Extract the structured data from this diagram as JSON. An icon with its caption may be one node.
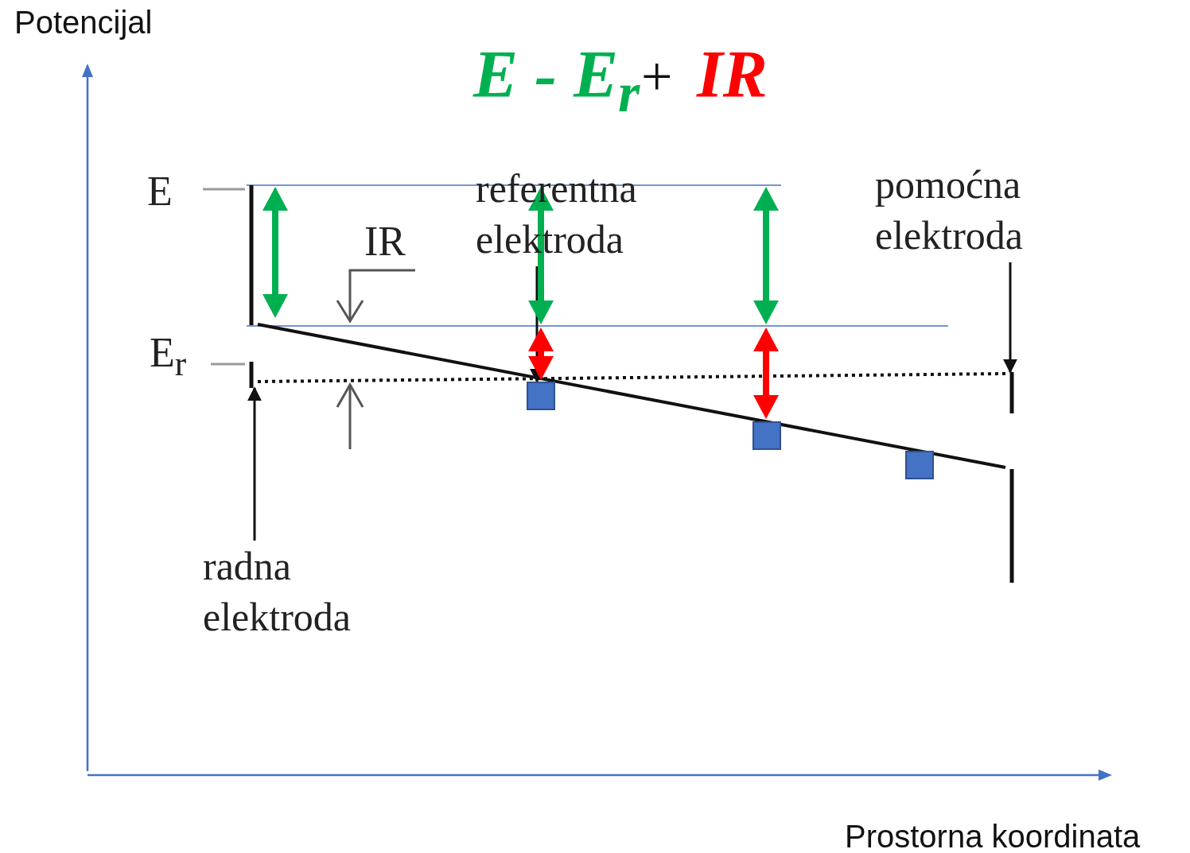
{
  "diagram": {
    "nodes": [
      {
        "text": [
          "radna elektroda"
        ]
      },
      {
        "text": [],
        "shape": "bar"
      },
      {
        "text": [
          "referentna elektroda"
        ]
      },
      {
        "text": [
          "pomoćna elektroda"
        ]
      },
      {
        "text": [],
        "shape": "bar"
      },
      {
        "text": [],
        "shape": "box"
      },
      {
        "text": [],
        "shape": "box"
      },
      {
        "text": [],
        "shape": "box"
      }
    ],
    "edges": [
      {
        "from": 0,
        "to": 1,
        "arrow": "to"
      },
      {
        "from": 2,
        "to": 5,
        "arrow": "to"
      },
      {
        "from": 3,
        "to": 4,
        "arrow": "to"
      },
      {
        "from": 1,
        "to": 4,
        "arrow": "none"
      },
      {
        "from": 1,
        "to": 4,
        "arrow": "none",
        "style": "dashed"
      }
    ],
    "labels": [
      "Potencijal",
      "E - E$_{r}$",
      "+",
      "IR",
      "E",
      "IR",
      "E$_{r}$",
      "Prostorna koordinata"
    ]
  }
}
